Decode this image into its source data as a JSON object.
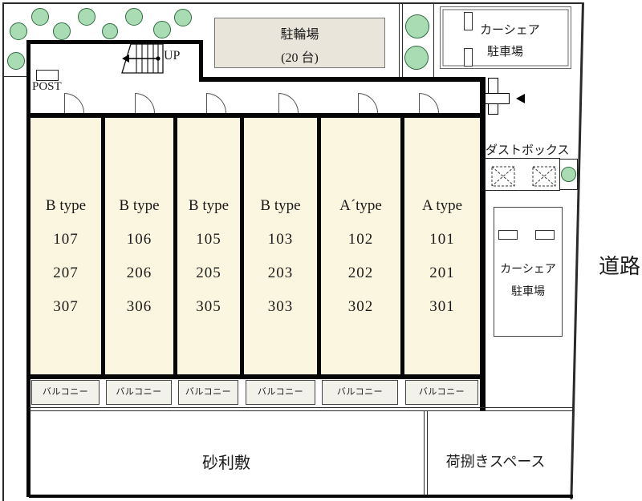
{
  "labels": {
    "post": "POST",
    "up": "UP",
    "road": "道路",
    "gravel": "砂利敷",
    "loading": "荷捌きスペース",
    "dustbox": "ダストボックス",
    "balcony": "バルコニー"
  },
  "bicycle_parking": {
    "title": "駐輪場",
    "capacity": "(20 台)"
  },
  "carshare_top": {
    "line1": "カーシェア",
    "line2": "駐車場"
  },
  "carshare_right": {
    "line1": "カーシェア",
    "line2": "駐車場"
  },
  "units": [
    {
      "type": "B type",
      "rooms": [
        "107",
        "207",
        "307"
      ]
    },
    {
      "type": "B type",
      "rooms": [
        "106",
        "206",
        "306"
      ]
    },
    {
      "type": "B type",
      "rooms": [
        "105",
        "205",
        "305"
      ]
    },
    {
      "type": "B type",
      "rooms": [
        "103",
        "203",
        "303"
      ]
    },
    {
      "type": "A´type",
      "rooms": [
        "102",
        "202",
        "302"
      ]
    },
    {
      "type": "A type",
      "rooms": [
        "101",
        "201",
        "301"
      ]
    }
  ],
  "colors": {
    "unit_fill": "#FBF6DF",
    "tree_green": "#A9DCB2",
    "bike_box_fill": "#E9E5DB",
    "balcony_fill": "#F2F1EA",
    "wall": "#060606"
  }
}
